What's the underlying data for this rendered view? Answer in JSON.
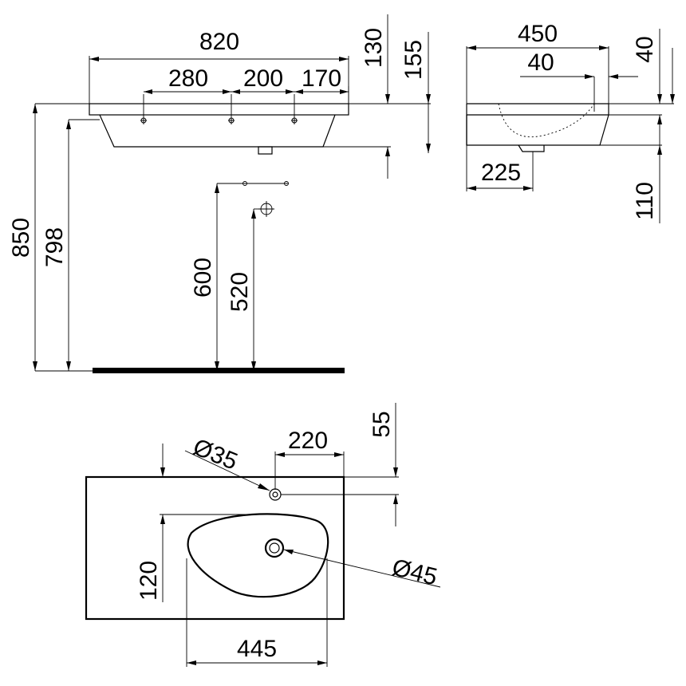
{
  "drawing": {
    "front_view": {
      "dim_width_total": "820",
      "dim_tap_spacing_a": "280",
      "dim_tap_spacing_b": "200",
      "dim_tap_spacing_c": "170",
      "dim_height_overall": "850",
      "dim_height_rim": "798",
      "dim_height_supply": "600",
      "dim_height_drain": "520",
      "dim_depth_rim": "130",
      "dim_depth_trap": "155"
    },
    "side_view": {
      "dim_depth_total": "450",
      "dim_backsplash": "40",
      "dim_rim_offset": "40",
      "dim_drain_from_wall": "225",
      "dim_drain_height": "110"
    },
    "plan_view": {
      "dim_tap_hole_diameter": "Ø35",
      "dim_tap_hole_offset": "220",
      "dim_tap_hole_from_back": "55",
      "dim_basin_offset": "120",
      "dim_drain_diameter": "Ø45",
      "dim_basin_width": "445"
    }
  }
}
